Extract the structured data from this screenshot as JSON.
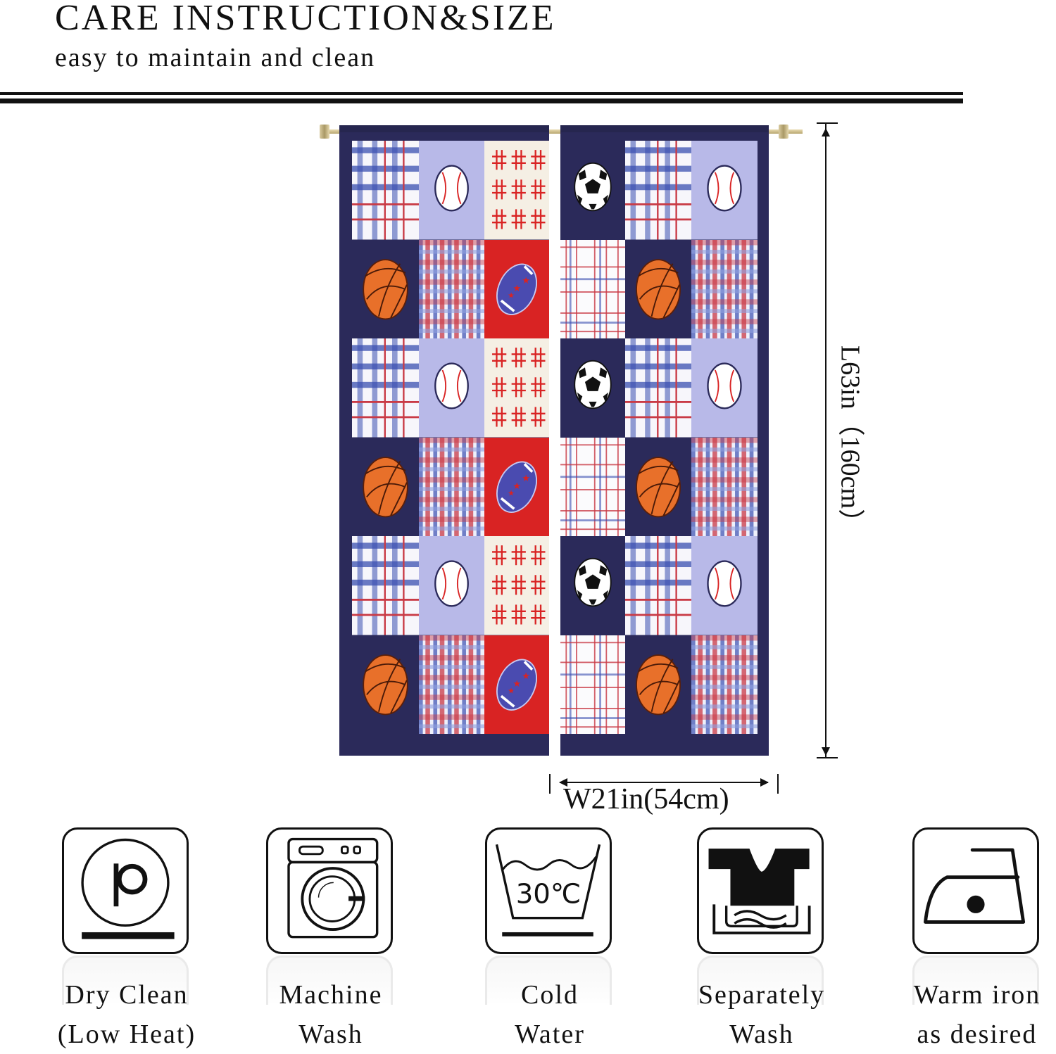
{
  "header": {
    "title": "CARE INSTRUCTION&SIZE",
    "subtitle": "easy to maintain and clean"
  },
  "product": {
    "name": "sports patchwork curtain panels",
    "panel_count": 2,
    "colors": {
      "navy": "#2b2a5a",
      "red": "#d92323",
      "lavender": "#b8b9e8",
      "cream": "#f5efe4",
      "orange": "#e8702a",
      "rod_gold": "#c9b67e"
    },
    "left_panel": {
      "columns": [
        [
          "plaid-blue",
          "basketball",
          "plaid-blue",
          "basketball",
          "plaid-blue",
          "basketball"
        ],
        [
          "baseball",
          "plaid-red",
          "baseball",
          "plaid-red",
          "baseball",
          "plaid-red"
        ],
        [
          "hash",
          "football",
          "hash",
          "football",
          "hash",
          "football"
        ]
      ]
    },
    "right_panel": {
      "columns": [
        [
          "soccer",
          "plaid-light",
          "soccer",
          "plaid-light",
          "soccer",
          "plaid-light"
        ],
        [
          "plaid-blue",
          "basketball",
          "plaid-blue",
          "basketball",
          "plaid-blue",
          "basketball"
        ],
        [
          "baseball",
          "plaid-red",
          "baseball",
          "plaid-red",
          "baseball",
          "plaid-red"
        ]
      ]
    }
  },
  "dimensions": {
    "length_label": "L63in（160cm）",
    "width_label": "W21in(54cm)"
  },
  "care_instructions": [
    {
      "icon": "dry-clean-p-icon",
      "line1": "Dry Clean",
      "line2": "(Low Heat)"
    },
    {
      "icon": "washing-machine-icon",
      "line1": "Machine",
      "line2": "Wash"
    },
    {
      "icon": "wash-tub-30c-icon",
      "line1": "Cold",
      "line2": "Water",
      "temperature": "30℃"
    },
    {
      "icon": "separate-wash-shirt-icon",
      "line1": "Separately",
      "line2": "Wash"
    },
    {
      "icon": "iron-one-dot-icon",
      "line1": "Warm iron",
      "line2": "as desired"
    }
  ]
}
